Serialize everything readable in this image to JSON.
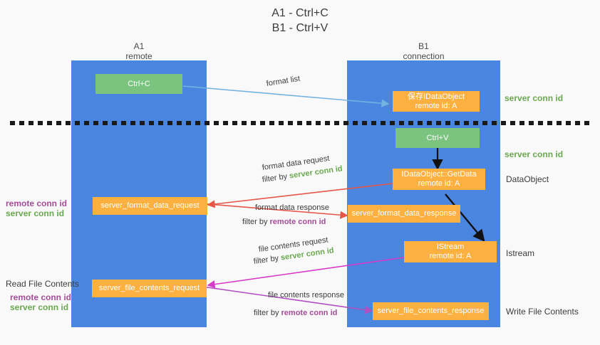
{
  "title": {
    "line1": "A1 - Ctrl+C",
    "line2": "B1 - Ctrl+V"
  },
  "columns": [
    {
      "id": "a1",
      "name": "A1",
      "role": "remote"
    },
    {
      "id": "b1",
      "name": "B1",
      "role": "connection"
    }
  ],
  "nodes": {
    "ctrl_c": {
      "label": "Ctrl+C",
      "color": "#7ac47f"
    },
    "save_dataobject": {
      "label": "保存IDataObject",
      "sub": "remote id: A",
      "color": "#fbb040"
    },
    "ctrl_v": {
      "label": "Ctrl+V",
      "color": "#7ac47f"
    },
    "get_data": {
      "label": "IDataObject::GetData",
      "sub": "remote id: A",
      "color": "#fbb040"
    },
    "istream": {
      "label": "IStream",
      "sub": "remote id: A",
      "color": "#fbb040"
    },
    "server_format_data_request": {
      "label": "server_format_data_request",
      "color": "#fbb040"
    },
    "server_format_data_response": {
      "label": "server_format_data_response",
      "color": "#fbb040"
    },
    "server_file_contents_request": {
      "label": "server_file_contents_request",
      "color": "#fbb040"
    },
    "server_file_contents_response": {
      "label": "server_file_contents_response",
      "color": "#fbb040"
    }
  },
  "edge_labels": {
    "format_list": "format list",
    "format_data_request": "format data request",
    "format_data_request_filter_prefix": "filter by ",
    "format_data_request_filter_value": "server conn id",
    "format_data_response": "format data response",
    "format_data_response_filter_prefix": "filter by ",
    "format_data_response_filter_value": "remote conn id",
    "file_contents_request": "file contents request",
    "file_contents_request_filter_prefix": "filter by ",
    "file_contents_request_filter_value": "server conn id",
    "file_contents_response": "file contents response",
    "file_contents_response_filter_prefix": "filter by ",
    "file_contents_response_filter_value": "remote conn id"
  },
  "annotations": {
    "right_server_conn_id_top": "server conn id",
    "right_server_conn_id_mid": "server conn id",
    "right_dataobject": "DataObject",
    "right_istream": "Istream",
    "right_write_file_contents": "Write File Contents",
    "left_remote_conn_id_upper": "remote conn id",
    "left_server_conn_id_upper": "server conn id",
    "left_read_file_contents": "Read File Contents",
    "left_remote_conn_id_lower": "remote conn id",
    "left_server_conn_id_lower": "server conn id"
  },
  "colors": {
    "lane": "#4a86e0",
    "green_node": "#7ac47f",
    "orange_node": "#fbb040",
    "server_conn_id": "#6aa84f",
    "remote_conn_id": "#a64d9a",
    "edge_blue": "#74b3e0",
    "edge_red": "#e8564a",
    "edge_magenta": "#d63ac8",
    "edge_purple": "#a64d9a",
    "edge_black": "#111111",
    "background": "#f9f9f9"
  }
}
